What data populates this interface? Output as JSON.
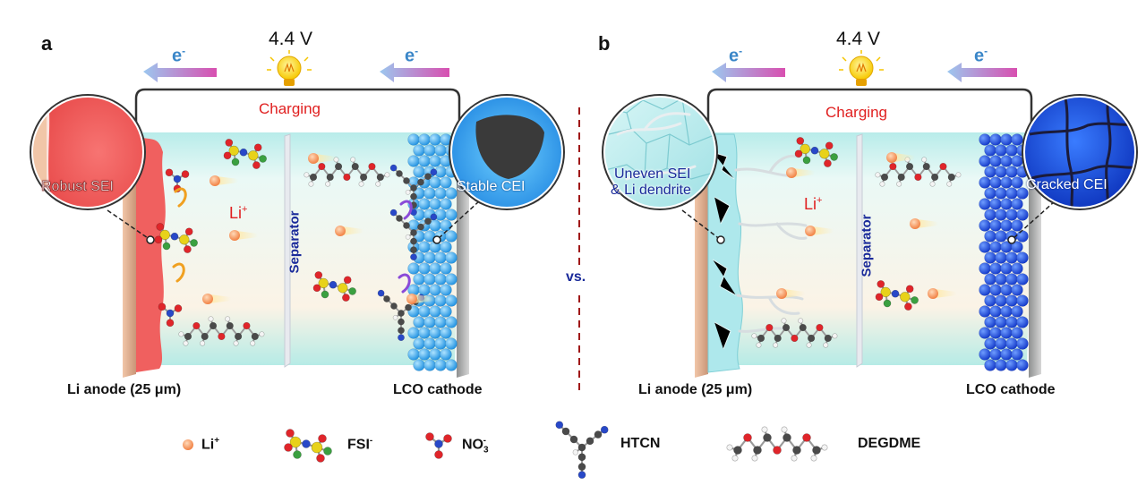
{
  "panels": [
    {
      "letter": "a",
      "voltage": "4.4 V",
      "electron": "e",
      "electron_sup": "-",
      "charging": "Charging",
      "separator": "Separator",
      "li_ion": "Li",
      "li_ion_sup": "+",
      "anode_label": "Li anode (25 μm)",
      "cathode_label": "LCO cathode",
      "anode_zoom": "Robust SEI",
      "cathode_zoom": "Stable CEI"
    },
    {
      "letter": "b",
      "voltage": "4.4 V",
      "electron": "e",
      "electron_sup": "-",
      "charging": "Charging",
      "separator": "Separator",
      "li_ion": "Li",
      "li_ion_sup": "+",
      "anode_label": "Li anode (25 μm)",
      "cathode_label": "LCO cathode",
      "anode_zoom_line1": "Uneven SEI",
      "anode_zoom_line2": "& Li dendrite",
      "cathode_zoom": "Cracked CEI"
    }
  ],
  "vs": "vs.",
  "legend": {
    "li": "Li",
    "li_sup": "+",
    "fsi": "FSI",
    "fsi_sup": "-",
    "no3": "NO",
    "no3_sub": "3",
    "no3_sup": "-",
    "htcn": "HTCN",
    "degdme": "DEGDME"
  },
  "colors": {
    "sei_robust": "#f0605f",
    "cathode_blue_a": "#3aa6ef",
    "cathode_blue_b": "#1e5fe0",
    "electrolyte": "#c9f1ee",
    "charging_text": "#e02020",
    "separator_text": "#1a2a9a",
    "electron_text": "#3a86c8"
  }
}
